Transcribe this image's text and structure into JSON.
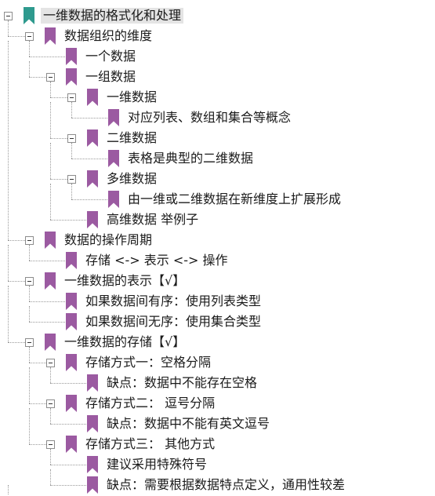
{
  "colors": {
    "root_bookmark": "#2e9a8e",
    "bookmark": "#9b5aa1",
    "selected_bg": "#e4e4e4"
  },
  "icons": {
    "bookmark": "bookmark-icon",
    "collapse": "minus-box-icon"
  },
  "tree": [
    {
      "id": "root",
      "label": "一维数据的格式化和处理",
      "depth": 0,
      "toggle": true
    },
    {
      "id": "n1",
      "label": "数据组织的维度",
      "depth": 1,
      "toggle": true
    },
    {
      "id": "n1_1",
      "label": "一个数据",
      "depth": 2,
      "toggle": false
    },
    {
      "id": "n1_2",
      "label": "一组数据",
      "depth": 2,
      "toggle": true
    },
    {
      "id": "n1_2_1",
      "label": "一维数据",
      "depth": 3,
      "toggle": true
    },
    {
      "id": "n1_2_1_1",
      "label": "对应列表、数组和集合等概念",
      "depth": 4,
      "toggle": false
    },
    {
      "id": "n1_2_2",
      "label": "二维数据",
      "depth": 3,
      "toggle": true
    },
    {
      "id": "n1_2_2_1",
      "label": "表格是典型的二维数据",
      "depth": 4,
      "toggle": false
    },
    {
      "id": "n1_2_3",
      "label": "多维数据",
      "depth": 3,
      "toggle": true
    },
    {
      "id": "n1_2_3_1",
      "label": "由一维或二维数据在新维度上扩展形成",
      "depth": 4,
      "toggle": false
    },
    {
      "id": "n1_2_4",
      "label": "高维数据 举例子",
      "depth": 3,
      "toggle": false
    },
    {
      "id": "n2",
      "label": "数据的操作周期",
      "depth": 1,
      "toggle": true
    },
    {
      "id": "n2_1",
      "label": "存储 <-> 表示 <-> 操作",
      "depth": 2,
      "toggle": false
    },
    {
      "id": "n3",
      "label": "一维数据的表示【√】",
      "depth": 1,
      "toggle": true
    },
    {
      "id": "n3_1",
      "label": "如果数据间有序：使用列表类型",
      "depth": 2,
      "toggle": false
    },
    {
      "id": "n3_2",
      "label": "如果数据间无序：使用集合类型",
      "depth": 2,
      "toggle": false
    },
    {
      "id": "n4",
      "label": "一维数据的存储【√】",
      "depth": 1,
      "toggle": true
    },
    {
      "id": "n4_1",
      "label": "存储方式一：空格分隔",
      "depth": 2,
      "toggle": true
    },
    {
      "id": "n4_1_1",
      "label": "缺点：数据中不能存在空格",
      "depth": 3,
      "toggle": false
    },
    {
      "id": "n4_2",
      "label": "存储方式二：  逗号分隔",
      "depth": 2,
      "toggle": true
    },
    {
      "id": "n4_2_1",
      "label": "缺点：数据中不能有英文逗号",
      "depth": 3,
      "toggle": false
    },
    {
      "id": "n4_3",
      "label": "存储方式三：  其他方式",
      "depth": 2,
      "toggle": true
    },
    {
      "id": "n4_3_1",
      "label": "建议采用特殊符号",
      "depth": 3,
      "toggle": false
    },
    {
      "id": "n4_3_2",
      "label": "缺点：需要根据数据特点定义，通用性较差",
      "depth": 3,
      "toggle": false
    }
  ]
}
